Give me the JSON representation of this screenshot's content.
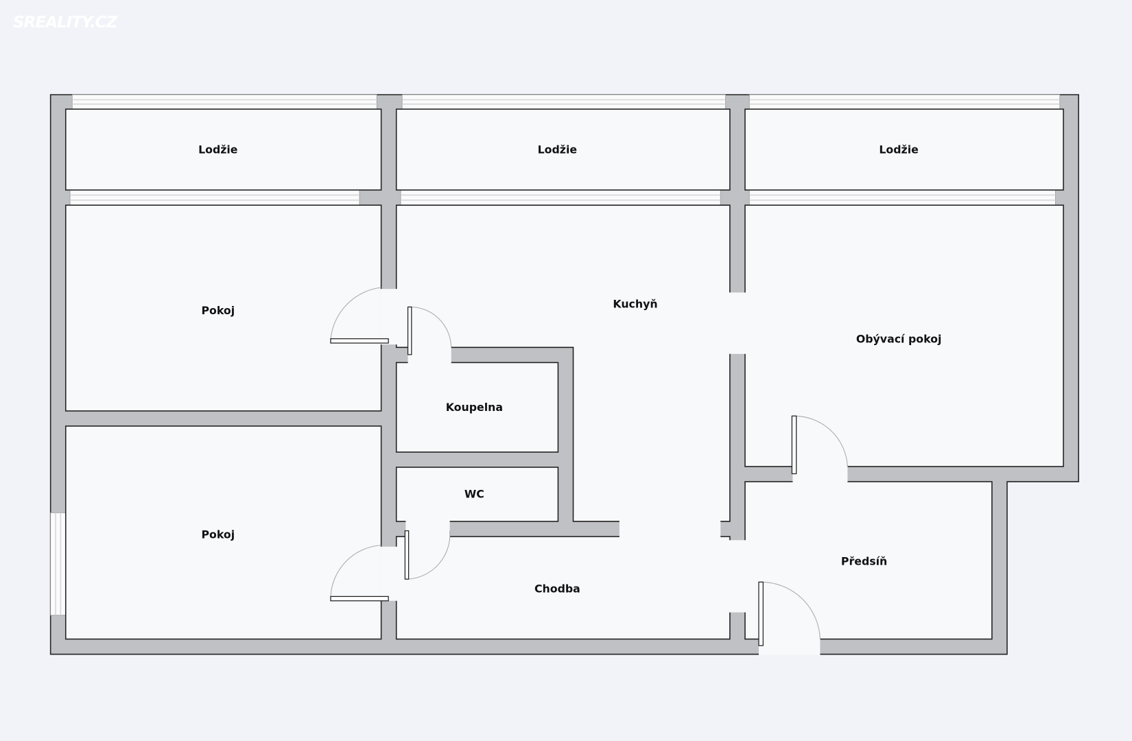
{
  "logo": "SREALITY.CZ",
  "rooms": {
    "lodzie_1": "Lodžie",
    "lodzie_2": "Lodžie",
    "lodzie_3": "Lodžie",
    "pokoj_1": "Pokoj",
    "kuchyn": "Kuchyň",
    "obyvaci_pokoj": "Obývací pokoj",
    "koupelna": "Koupelna",
    "wc": "WC",
    "pokoj_2": "Pokoj",
    "chodba": "Chodba",
    "predsin": "Předsíň"
  },
  "colors": {
    "wall": "#c0c1c5",
    "room": "#f8f9fb",
    "background": "#f2f3f8"
  }
}
